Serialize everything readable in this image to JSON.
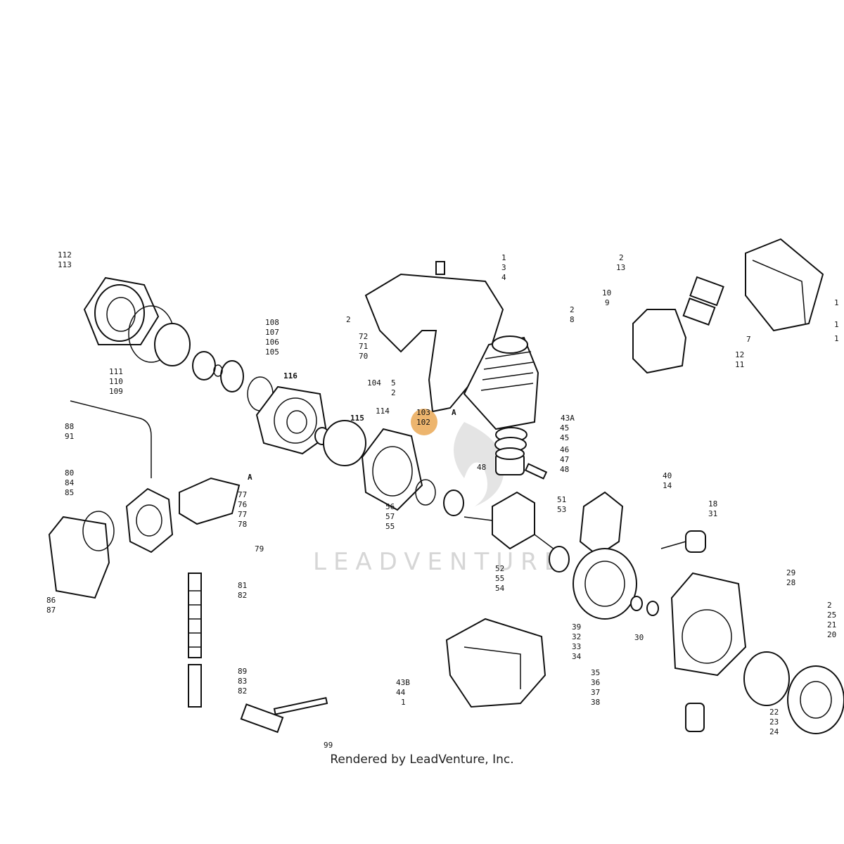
{
  "watermark_text": "LEADVENTURE",
  "credit_text": "Rendered by LeadVenture, Inc.",
  "highlight_color": "#e8a24a",
  "labels": [
    {
      "t": "112"
    },
    {
      "t": "113"
    },
    {
      "t": "111"
    },
    {
      "t": "110"
    },
    {
      "t": "109"
    },
    {
      "t": "108"
    },
    {
      "t": "107"
    },
    {
      "t": "106"
    },
    {
      "t": "105"
    },
    {
      "t": "116"
    },
    {
      "t": "104"
    },
    {
      "t": "115"
    },
    {
      "t": "114"
    },
    {
      "t": "103"
    },
    {
      "t": "102"
    },
    {
      "t": "1"
    },
    {
      "t": "3"
    },
    {
      "t": "4"
    },
    {
      "t": "2"
    },
    {
      "t": "72"
    },
    {
      "t": "71"
    },
    {
      "t": "70"
    },
    {
      "t": "2"
    },
    {
      "t": "8"
    },
    {
      "t": "5"
    },
    {
      "t": "2"
    },
    {
      "t": "A"
    },
    {
      "t": "43A"
    },
    {
      "t": "45"
    },
    {
      "t": "45"
    },
    {
      "t": "46"
    },
    {
      "t": "47"
    },
    {
      "t": "48"
    },
    {
      "t": "48"
    },
    {
      "t": "2"
    },
    {
      "t": "13"
    },
    {
      "t": "10"
    },
    {
      "t": "9"
    },
    {
      "t": "7"
    },
    {
      "t": "12"
    },
    {
      "t": "11"
    },
    {
      "t": "1"
    },
    {
      "t": "1"
    },
    {
      "t": "1"
    },
    {
      "t": "88"
    },
    {
      "t": "91"
    },
    {
      "t": "80"
    },
    {
      "t": "84"
    },
    {
      "t": "85"
    },
    {
      "t": "A"
    },
    {
      "t": "77"
    },
    {
      "t": "76"
    },
    {
      "t": "77"
    },
    {
      "t": "78"
    },
    {
      "t": "79"
    },
    {
      "t": "81"
    },
    {
      "t": "82"
    },
    {
      "t": "86"
    },
    {
      "t": "87"
    },
    {
      "t": "89"
    },
    {
      "t": "83"
    },
    {
      "t": "82"
    },
    {
      "t": "99"
    },
    {
      "t": "56"
    },
    {
      "t": "57"
    },
    {
      "t": "55"
    },
    {
      "t": "51"
    },
    {
      "t": "53"
    },
    {
      "t": "52"
    },
    {
      "t": "55"
    },
    {
      "t": "54"
    },
    {
      "t": "40"
    },
    {
      "t": "14"
    },
    {
      "t": "18"
    },
    {
      "t": "31"
    },
    {
      "t": "29"
    },
    {
      "t": "28"
    },
    {
      "t": "39"
    },
    {
      "t": "32"
    },
    {
      "t": "33"
    },
    {
      "t": "34"
    },
    {
      "t": "30"
    },
    {
      "t": "35"
    },
    {
      "t": "36"
    },
    {
      "t": "37"
    },
    {
      "t": "38"
    },
    {
      "t": "43B"
    },
    {
      "t": "44"
    },
    {
      "t": "1"
    },
    {
      "t": "2"
    },
    {
      "t": "25"
    },
    {
      "t": "21"
    },
    {
      "t": "20"
    },
    {
      "t": "22"
    },
    {
      "t": "23"
    },
    {
      "t": "24"
    }
  ]
}
